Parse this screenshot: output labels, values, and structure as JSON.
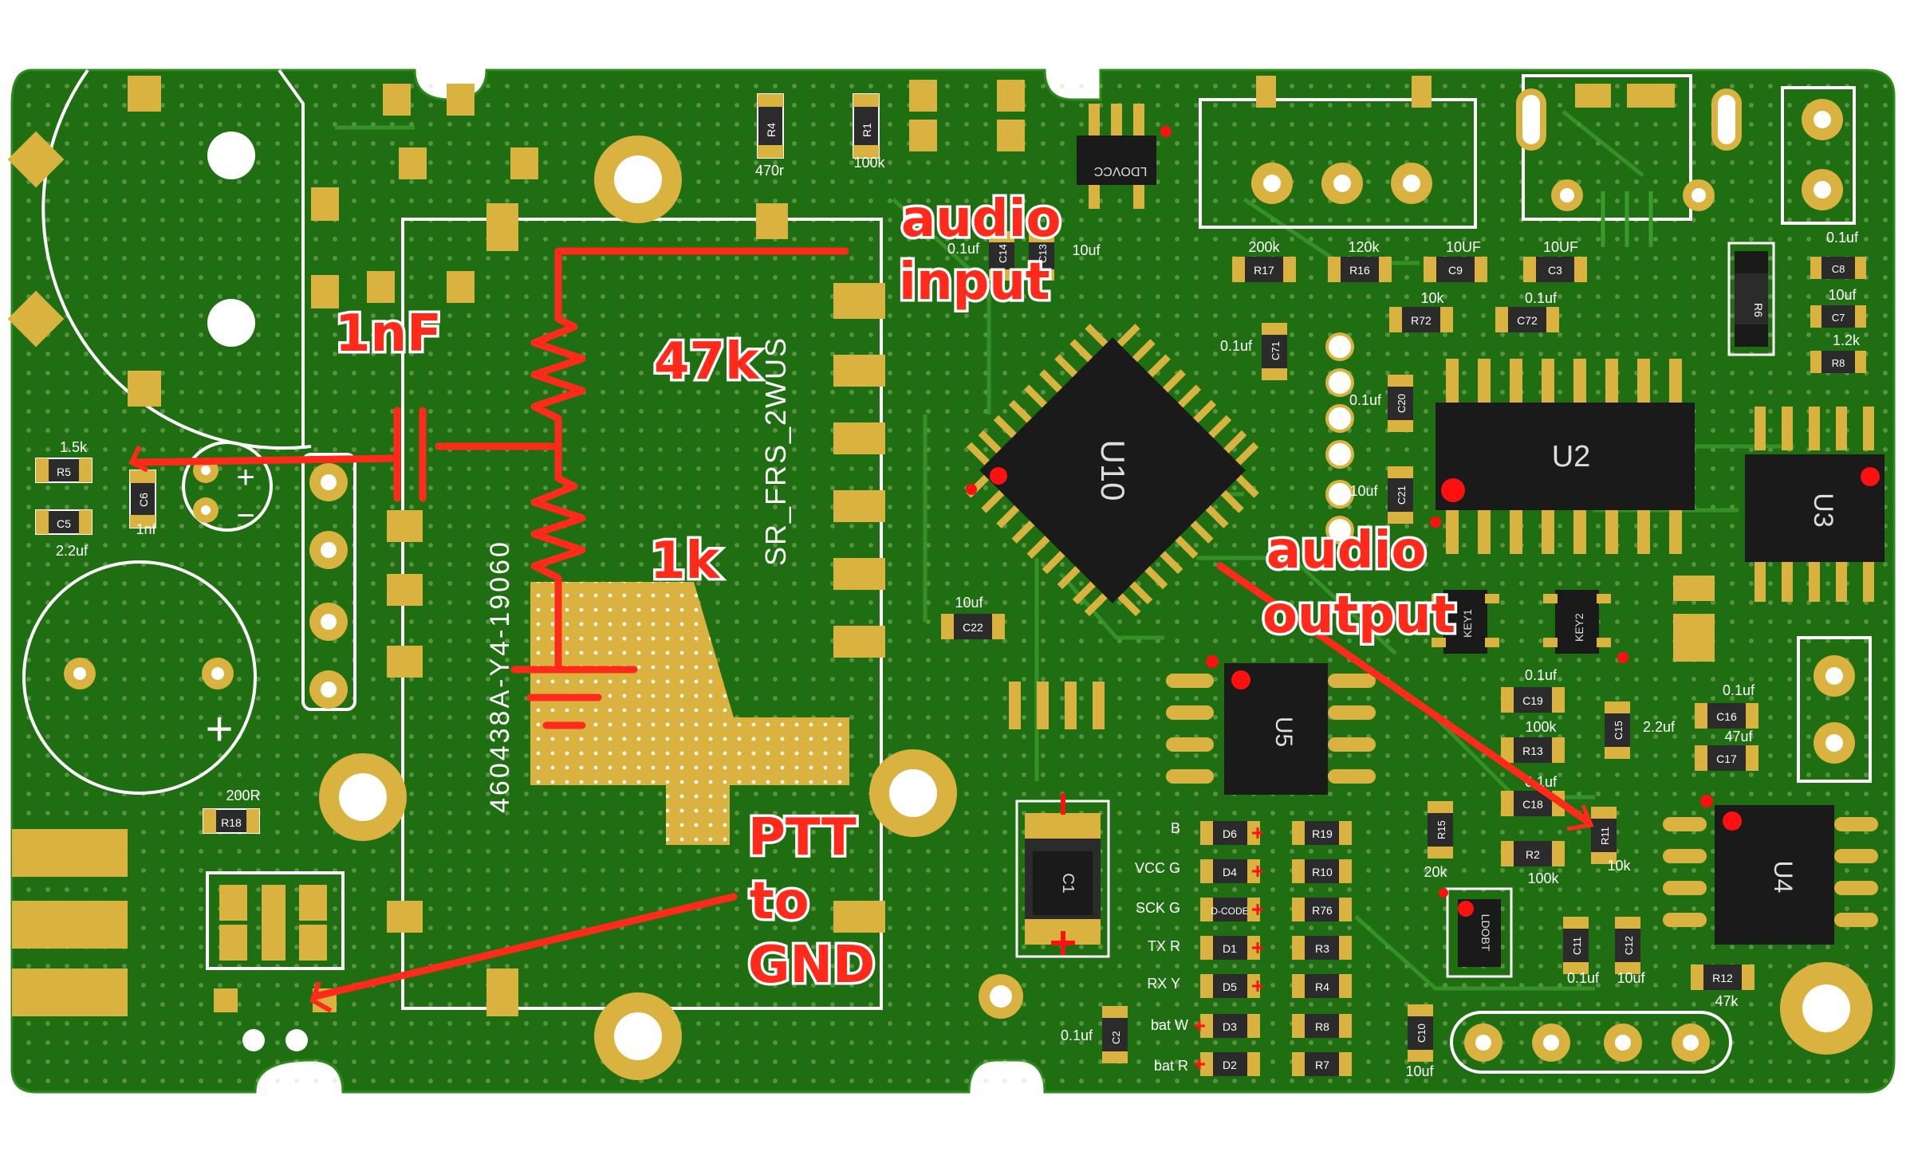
{
  "annotations": {
    "audio_input_1": "audio",
    "audio_input_2": "input",
    "audio_output_1": "audio",
    "audio_output_2": "output",
    "ptt_1": "PTT",
    "ptt_2": "to",
    "ptt_3": "GND",
    "cap_1nf": "1nF",
    "res_47k": "47k",
    "res_1k": "1k"
  },
  "module": {
    "text_vertical": "460438A-Y4-19060",
    "model": "SR_FRS_2WUS"
  },
  "chips": {
    "u10": "U10",
    "u2": "U2",
    "u3": "U3",
    "u5": "U5",
    "u4": "U4",
    "c1": "C1",
    "ldovcc": "LDOVCC",
    "ldobt": "LDOBT"
  },
  "silk": {
    "r4": "R4",
    "r4_val": "470r",
    "r1": "R1",
    "r1_val": "100k",
    "c14": "C14",
    "c14_val": "0.1uf",
    "c13": "C13",
    "c13_val": "10uf",
    "r17": "R17",
    "r17_val": "200k",
    "r16": "R16",
    "r16_val": "120k",
    "c9": "C9",
    "c9_val": "10UF",
    "c3": "C3",
    "c3_val": "10UF",
    "c8": "C8",
    "c8_val": "0.1uf",
    "r72": "R72",
    "r72_val": "10k",
    "c72": "C72",
    "c72_val": "0.1uf",
    "r6": "R6",
    "c7": "C7",
    "c7_val": "10uf",
    "r8b": "R8",
    "r8b_val": "1.2k",
    "c71": "C71",
    "c71_val": "0.1uf",
    "c20": "C20",
    "c20_val": "0.1uf",
    "c21": "C21",
    "c21_val": "10uf",
    "r5": "R5",
    "r5_val": "1.5k",
    "c6": "C6",
    "c6_val": "1nf",
    "c5": "C5",
    "c5_val": "2.2uf",
    "c22": "C22",
    "c22_val": "10uf",
    "r18": "R18",
    "r18_val": "200R",
    "key1": "KEY1",
    "key2": "KEY2",
    "c19": "C19",
    "c19_val": "0.1uf",
    "r13": "R13",
    "r13_val": "100k",
    "c15": "C15",
    "c15_val": "2.2uf",
    "c16": "C16",
    "c16_val": "0.1uf",
    "c17": "C17",
    "c17_val": "47uf",
    "c18": "C18",
    "c18_val": "0.1uf",
    "r15": "R15",
    "r15_val": "20k",
    "r2": "R2",
    "r2_val": "100k",
    "r11": "R11",
    "r11_val": "10k",
    "c11": "C11",
    "c11_val": "0.1uf",
    "c12": "C12",
    "c12_val": "10uf",
    "r12": "R12",
    "r12_val": "47k",
    "c2": "C2",
    "c2_val": "0.1uf",
    "c10": "C10",
    "c10_val": "10uf",
    "plus_label": "+",
    "minus_label": "−"
  },
  "led_rows": [
    {
      "label": "B",
      "diode": "D6",
      "res": "R19"
    },
    {
      "label": "VCC G",
      "diode": "D4",
      "res": "R10"
    },
    {
      "label": "SCK G",
      "diode": "D-CODE",
      "res": "R76"
    },
    {
      "label": "TX R",
      "diode": "D1",
      "res": "R3"
    },
    {
      "label": "RX Y",
      "diode": "D5",
      "res": "R4"
    },
    {
      "label": "bat W",
      "diode": "D3",
      "res": "R8"
    },
    {
      "label": "bat R",
      "diode": "D2",
      "res": "R7"
    }
  ],
  "colors": {
    "board": "#1f6e12",
    "board_dark": "#16560b",
    "pad": "#d9b23f",
    "silkscreen": "#ffffff",
    "annotation": "#ff2a1a",
    "chip_body": "#1a1a1a",
    "pin1_marker": "#ff1010"
  }
}
